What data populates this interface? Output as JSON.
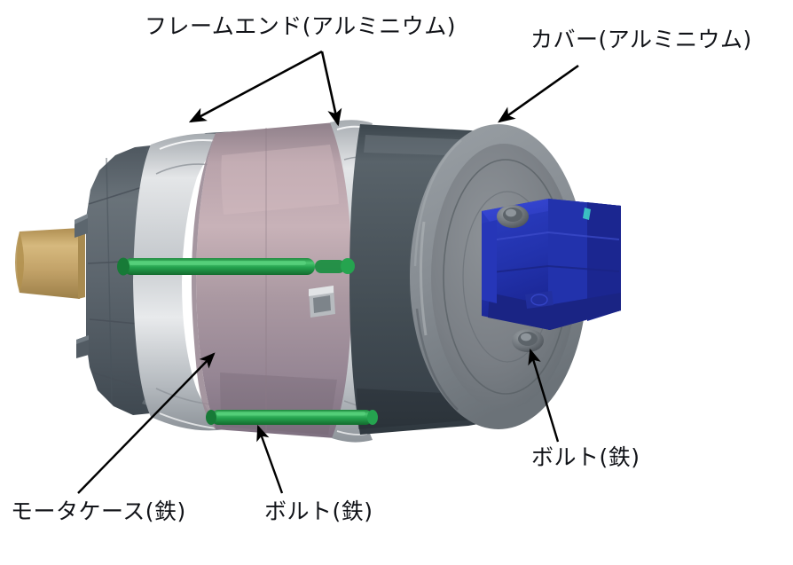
{
  "diagram": {
    "title_absent": true,
    "subject": "motor-assembly-exploded-callout",
    "background_color": "#ffffff"
  },
  "labels": {
    "frame_end": "フレームエンド(アルミニウム)",
    "cover": "カバー(アルミニウム)",
    "motor_case": "モータケース(鉄)",
    "bolt_lower": "ボルト(鉄)",
    "bolt_right": "ボルト(鉄)"
  },
  "colors": {
    "motor_case": "#a4929c",
    "motor_case_light": "#c4aeb4",
    "motor_case_dark": "#8a7b85",
    "cover_body": "#454f56",
    "cover_body_light": "#5d676e",
    "cover_face": "#71767c",
    "cover_face_rim": "#8a8e93",
    "frame_end_housing": "#5a636b",
    "frame_end_ring": "#b9bcc0",
    "bolt_green": "#1f9a46",
    "bolt_green_light": "#46c06a",
    "shaft_tan": "#c9a86a",
    "connector_blue": "#2233b0",
    "connector_blue_dark": "#1a2484",
    "leader_line": "#000000",
    "text": "#111318"
  },
  "parts": [
    {
      "name": "shaft",
      "material": "brass-tan",
      "position": "far-left"
    },
    {
      "name": "frame-end-left",
      "material": "aluminium",
      "position": "left"
    },
    {
      "name": "motor-case",
      "material": "iron",
      "position": "center"
    },
    {
      "name": "frame-end-right",
      "material": "aluminium",
      "position": "center-right"
    },
    {
      "name": "cover",
      "material": "aluminium",
      "position": "right"
    },
    {
      "name": "connector",
      "material": "plastic-blue",
      "position": "right-face"
    },
    {
      "name": "bolt-upper",
      "material": "iron",
      "position": "center-horizontal"
    },
    {
      "name": "bolt-lower",
      "material": "iron",
      "position": "bottom-horizontal"
    },
    {
      "name": "bolt-face-top",
      "material": "iron",
      "position": "cover-face-top"
    },
    {
      "name": "bolt-face-bottom",
      "material": "iron",
      "position": "cover-face-bottom"
    }
  ],
  "leaders": [
    {
      "from_label": "frame_end",
      "to_part": "frame-end-left",
      "arrow": "down-left"
    },
    {
      "from_label": "frame_end",
      "to_part": "frame-end-right",
      "arrow": "down"
    },
    {
      "from_label": "cover",
      "to_part": "cover",
      "arrow": "down-left"
    },
    {
      "from_label": "motor_case",
      "to_part": "motor-case",
      "arrow": "up-right"
    },
    {
      "from_label": "bolt_lower",
      "to_part": "bolt-lower",
      "arrow": "up-left"
    },
    {
      "from_label": "bolt_right",
      "to_part": "bolt-face-bottom",
      "arrow": "up-left"
    }
  ]
}
